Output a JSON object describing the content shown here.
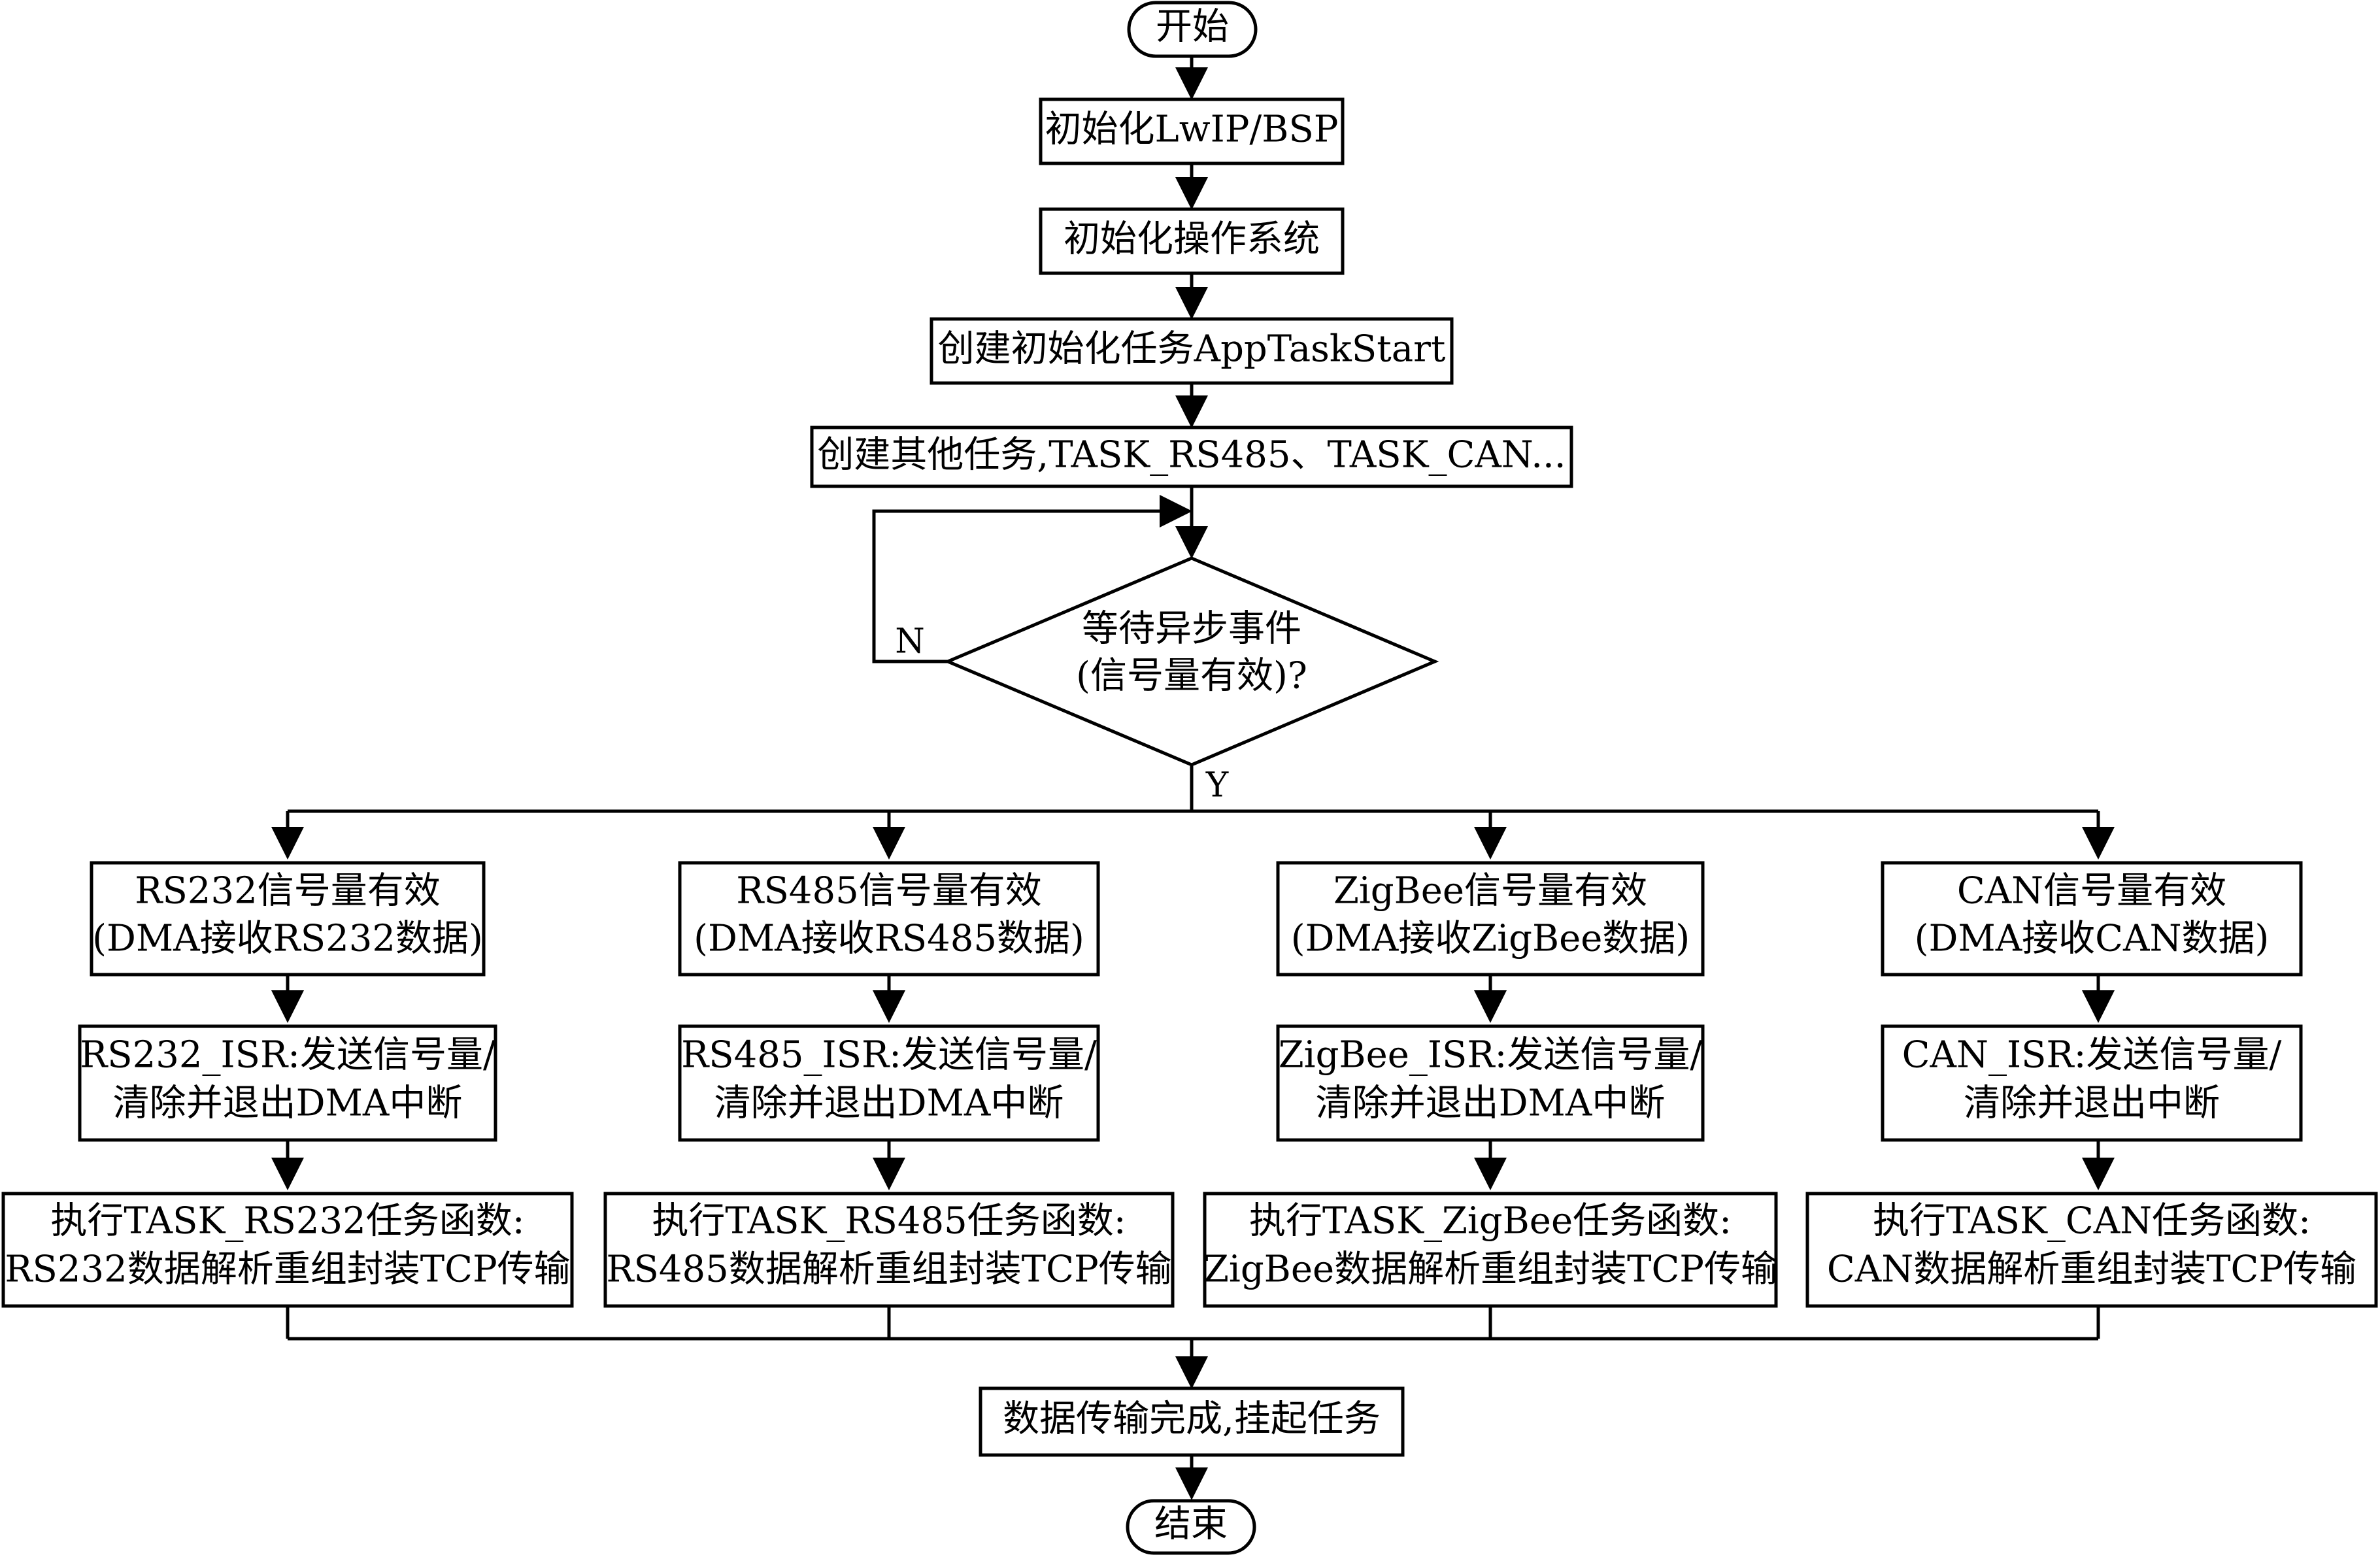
{
  "nodes": {
    "start": "开始",
    "init_lwip": "初始化LwIP/BSP",
    "init_os": "初始化操作系统",
    "create_init_task": "创建初始化任务AppTaskStart",
    "create_other_tasks": "创建其他任务,TASK_RS485、TASK_CAN...",
    "decision_line1": "等待异步事件",
    "decision_line2": "(信号量有效)?",
    "label_no": "N",
    "label_yes": "Y",
    "finish": "数据传输完成,挂起任务",
    "end": "结束"
  },
  "branches": [
    {
      "valid_line1": "RS232信号量有效",
      "valid_line2": "(DMA接收RS232数据)",
      "isr_line1": "RS232_ISR:发送信号量/",
      "isr_line2": "清除并退出DMA中断",
      "exec_line1": "执行TASK_RS232任务函数:",
      "exec_line2": "RS232数据解析重组封装TCP传输"
    },
    {
      "valid_line1": "RS485信号量有效",
      "valid_line2": "(DMA接收RS485数据)",
      "isr_line1": "RS485_ISR:发送信号量/",
      "isr_line2": "清除并退出DMA中断",
      "exec_line1": "执行TASK_RS485任务函数:",
      "exec_line2": "RS485数据解析重组封装TCP传输"
    },
    {
      "valid_line1": "ZigBee信号量有效",
      "valid_line2": "(DMA接收ZigBee数据)",
      "isr_line1": "ZigBee_ISR:发送信号量/",
      "isr_line2": "清除并退出DMA中断",
      "exec_line1": "执行TASK_ZigBee任务函数:",
      "exec_line2": "ZigBee数据解析重组封装TCP传输"
    },
    {
      "valid_line1": "CAN信号量有效",
      "valid_line2": "(DMA接收CAN数据)",
      "isr_line1": "CAN_ISR:发送信号量/",
      "isr_line2": "清除并退出中断",
      "exec_line1": "执行TASK_CAN任务函数:",
      "exec_line2": "CAN数据解析重组封装TCP传输"
    }
  ]
}
